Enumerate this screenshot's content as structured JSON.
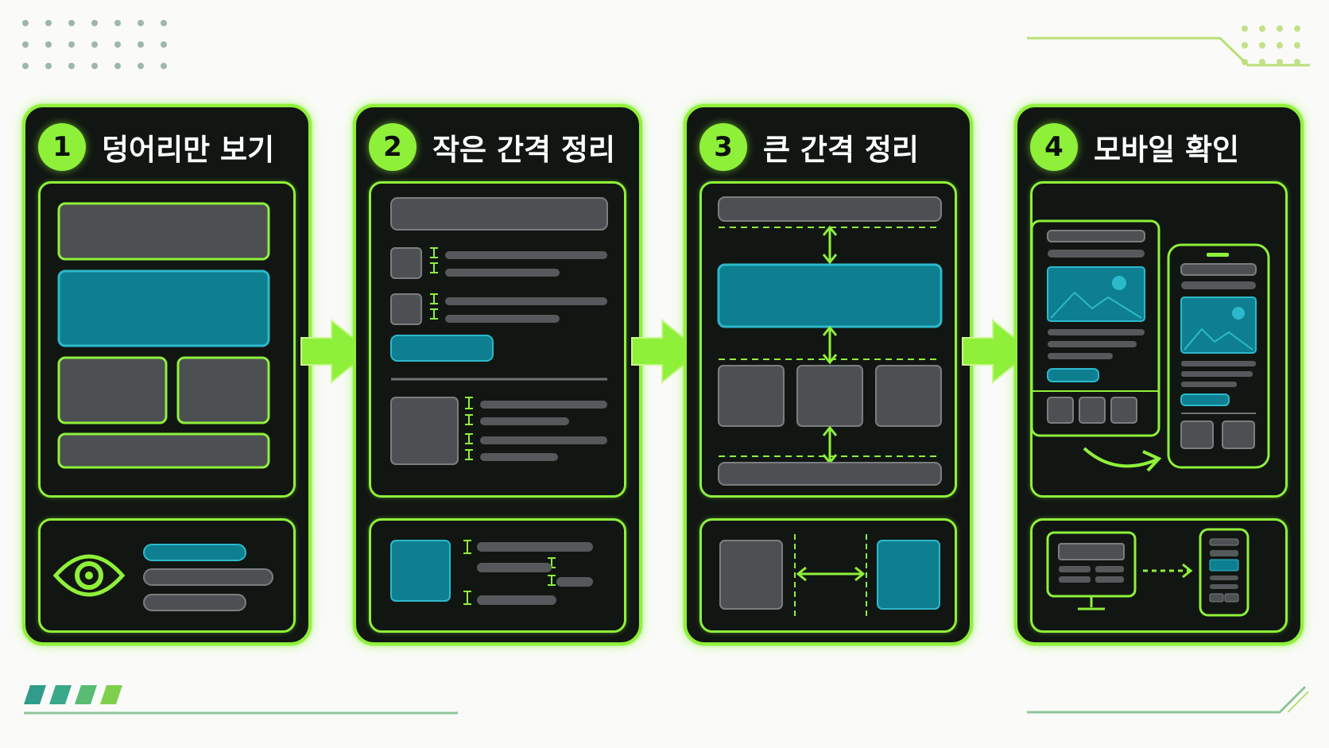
{
  "colors": {
    "accent": "#8ff03a",
    "card_bg": "#111612",
    "block_gray": "#4d5052",
    "block_teal": "#0e7f90",
    "teal_border": "#2cb9cc",
    "page_bg": "#fafbf8"
  },
  "steps": [
    {
      "number": "1",
      "title": "덩어리만 보기",
      "icon": "eye-icon"
    },
    {
      "number": "2",
      "title": "작은 간격 정리",
      "icon": "spacing-marker-icon"
    },
    {
      "number": "3",
      "title": "큰 간격 정리",
      "icon": "vertical-double-arrow-icon"
    },
    {
      "number": "4",
      "title": "모바일 확인",
      "icon": "desktop-to-mobile-icon"
    }
  ],
  "connectors": [
    "arrow-right-icon",
    "arrow-right-icon",
    "arrow-right-icon"
  ]
}
